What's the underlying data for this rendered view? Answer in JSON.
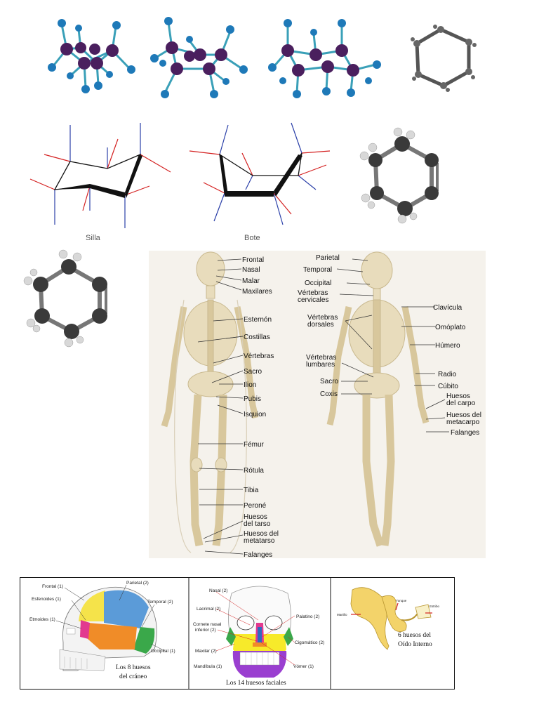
{
  "conformations": {
    "chair_label": "Silla",
    "boat_label": "Bote"
  },
  "skeleton_front": {
    "labels": [
      "Frontal",
      "Nasal",
      "Malar",
      "Maxilares",
      "Esternón",
      "Costillas",
      "Vértebras",
      "Sacro",
      "Ilion",
      "Pubis",
      "Isquion",
      "Fémur",
      "Rótula",
      "Tibia",
      "Peroné",
      "Huesos",
      "del tarso",
      "Huesos del",
      "metatarso",
      "Falanges"
    ]
  },
  "skeleton_back": {
    "labels": [
      "Parietal",
      "Temporal",
      "Occipital",
      "Vértebras",
      "cervicales",
      "Vértebras",
      "dorsales",
      "Vértebras",
      "lumbares",
      "Sacro",
      "Coxis",
      "Clavícula",
      "Omóplato",
      "Húmero",
      "Radio",
      "Cúbito",
      "Huesos",
      "del carpo",
      "Huesos del",
      "metacarpo",
      "Falanges"
    ]
  },
  "skull_lateral": {
    "labels": [
      "Frontal (1)",
      "Parietal (2)",
      "Esfenoides (1)",
      "Temporal (2)",
      "Etmoides (1)",
      "Occipital (1)"
    ],
    "title_line1": "Los 8 huesos",
    "title_line2": "del cráneo"
  },
  "skull_frontal": {
    "labels": [
      "Nasal (2)",
      "Lacrimal (2)",
      "Palatino (2)",
      "Cornete nasal",
      "inferior (2)",
      "Cigomático (2)",
      "Maxilar (2)",
      "Mandíbula (1)",
      "Vómer (1)"
    ],
    "title": "Los 14 huesos faciales"
  },
  "inner_ear": {
    "labels": [
      "Martillo",
      "Yunque",
      "Estribo"
    ],
    "title_line1": "6 huesos del",
    "title_line2": "Oído Interno"
  },
  "colors": {
    "carbon_purple": "#4a1f5e",
    "hydrogen_blue": "#1e79b8",
    "bond_teal": "#3aa0b8",
    "bone": "#e8dcbc",
    "bone_bg": "#f5f2ec"
  }
}
